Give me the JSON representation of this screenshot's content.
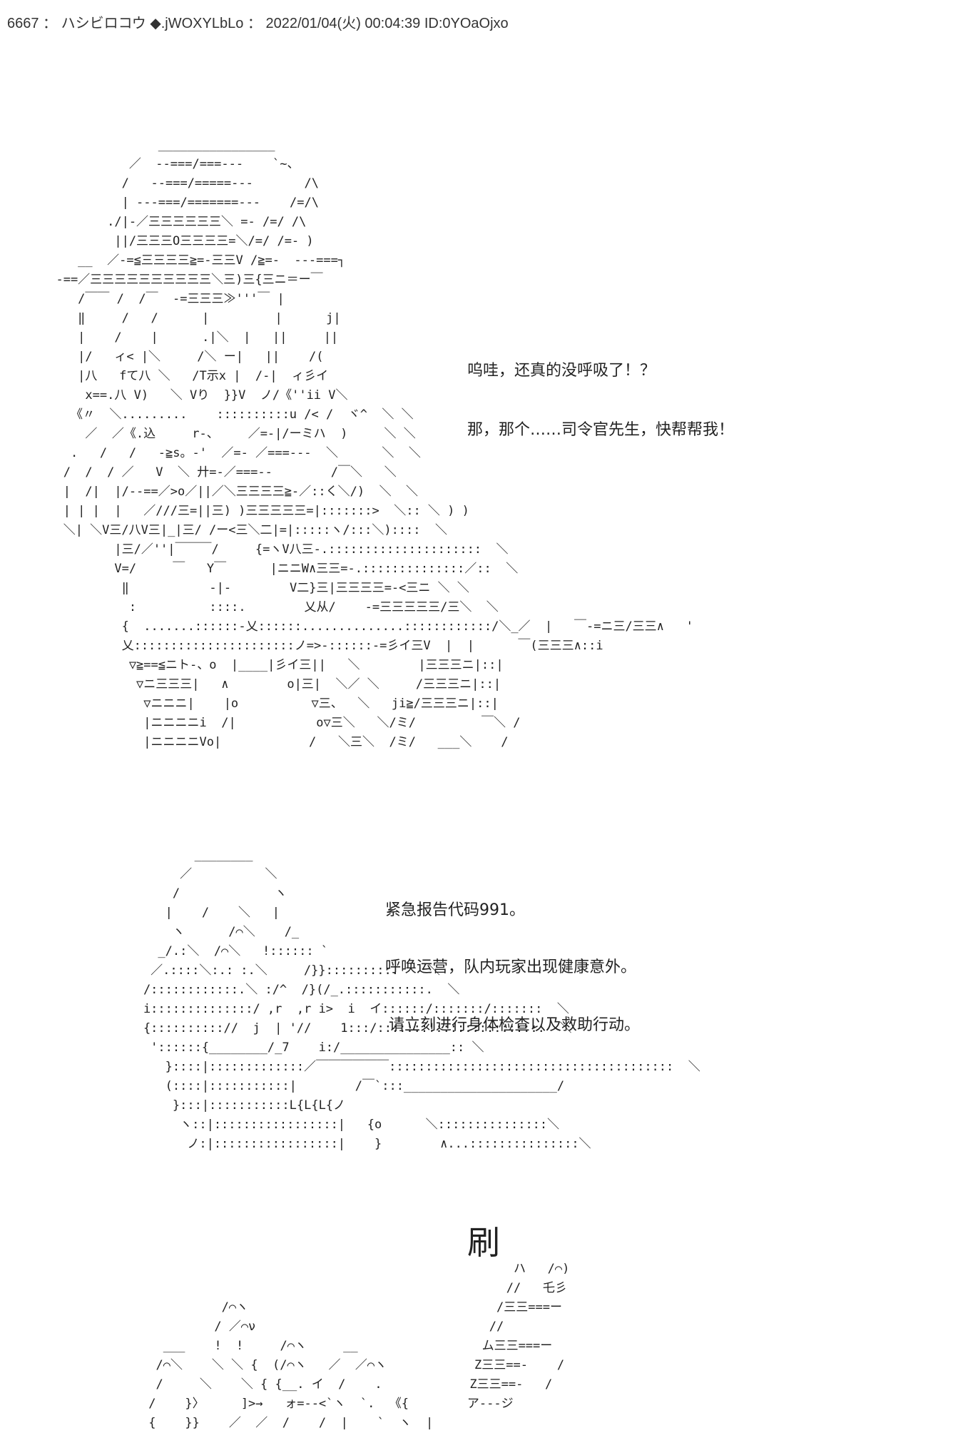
{
  "post": {
    "header": "6667 ： ハシビロコウ ◆.jWOXYLbLo ： 2022/01/04(火) 00:04:39 ID:0YOaOjxo"
  },
  "scene1": {
    "art": "                ________________\n            ／  --===/===---    `~、\n           /   --===/=====---       /\\\n           | ---===/=======---    /=/\\\n         ./|-／三三三三三三＼ =- /=/ /\\\n          ||/三三三O三三三三=＼/=/ /=- )\n     __  ／-=≦三三三三≧=-三三V /≧=-  ---===┐\n  -==／三三三三三三三三三三＼三)三{三ニ＝ー￣\n     /￣￣ /  /￣  -=三三三≫'''￣ |\n     ‖     /   /      |         |      j|\n     |    /    |      .|＼  |   ||     ||\n     |/   ィ< |＼     /＼ ー|   ||    /(\n     |八   fて八 ＼   /T示x |  /-|  ィ彡イ\n      x==.八 V)   ＼ Vり  }}V  ノ/《''ii V＼\n    《〃  ＼.........    ::::::::::u /< /  ヾ^  ＼ ＼\n      ／  ／《.込     r-、    ／=-|/ーミハ  )     ＼ ＼\n    .   /   /   -≧s。‐'  ／=- ／===---  ＼      ＼  ＼\n   /  /  / ／   V  ＼ 廾=-／===--        /￣＼   ＼\n   |  /|  |/--==／>o／||／＼三三三三≧-／::く＼/)  ＼  ＼\n   | | |  |   ／///三=||三) )三三三三三=|:::::::>  ＼:: ＼ ) )\n   ＼| ＼V三/八V三|_|三/ /ー<三＼二|=|:::::ヽ/:::＼)::::  ＼\n          |三/／''|￣￣￣/     {=ヽV八三-.:::::::::::::::::::::  ＼\n          V=/     ￣   Y￣      |ニニW∧三三=-.::::::::::::::／::  ＼\n           ‖           -|-        V二}三|三三三三=-<三ニ ＼ ＼\n            :          ::::.        乂从/    -=三三三三三/三＼  ＼\n           {  .......::::::-乂::::::..............::::::::::::/＼_／  |   ￣-=ニ三/三三∧   '\n           乂::::::::::::::::::::::ノ=>-::::::-=彡イ三V  |  |      ￣(三三三∧::i\n            ▽≧==≦ニト-、o  |____|彡イ三||   ＼        |三三三ニ|::|\n             ▽ニ三三三|   ∧        o|三|  ＼／ ＼     /三三三ニ|::|\n              ▽ニニニ|    |o          ▽三、  ＼   ji≧/三三三ニ|::|\n              |ニニニニi  /|           o▽三＼   ＼/ミ/         ￣＼ /\n              |ニニニニVo|            /   ＼三＼  /ミ/   ___＼    /",
    "lines": [
      "呜哇，还真的没呼吸了！？",
      "那，那个……司令官先生，快帮帮我！"
    ]
  },
  "scene2": {
    "art": "           ________\n         ／          ＼\n        /             ヽ\n       |    /    ＼   |\n        ヽ      /⌒＼    /_\n      _/.:＼  /⌒＼   !:::::: `\n     ／.::::＼:.: :.＼     /}}:::::::::.    ＼\n    /::::::::::::.＼ :/^  /}(/_.:::::::::::.  ＼\n    i::::::::::::::/ ,r  ,r i>  i  イ::::::/:::::::/:::::::  ＼\n    {:::::::::://  j  | '//    1:::/:::::::!:::::::::::::::  ＼\n     '::::::{________/_7    i:/_______________:: ＼\n       }::::|:::::::::::::／￣￣￣￣￣￣:::::::::::::::::::::::::::::::::::::::  ＼\n       (::::|:::::::::::|        /￣`:::_____________________/\n        }:::|:::::::::::L{L{L{ノ\n         ヽ::|:::::::::::::::::|   {o      ＼:::::::::::::::＼\n          ノ:|:::::::::::::::::|    }        ∧...:::::::::::::::＼",
    "lines": [
      "紧急报告代码991。",
      "呼唤运营，队内玩家出现健康意外。",
      "请立刻进行身体检查以及救助行动。"
    ]
  },
  "scene3": {
    "sfx": "刷",
    "art": "                                                   ハ   /⌒)\n                                                  //   乇彡\n           /⌒ヽ                                  /三三===ー\n          / ／⌒ν                                //\n   ___    !  !     /⌒ヽ     __                 ム三三===ー\n  /⌒＼    ＼ ＼ {  (/⌒ヽ   ／  ／⌒ヽ            Z三三==-    /\n  /     ＼    ＼ { {__. イ  /    .            Z三三==-   /\n /    }〉     ]>→   ォ=--<`ヽ  `.  《{        ア---ジ\n {    }}    ／  ／  /    /  |    `  ヽ  |"
  }
}
